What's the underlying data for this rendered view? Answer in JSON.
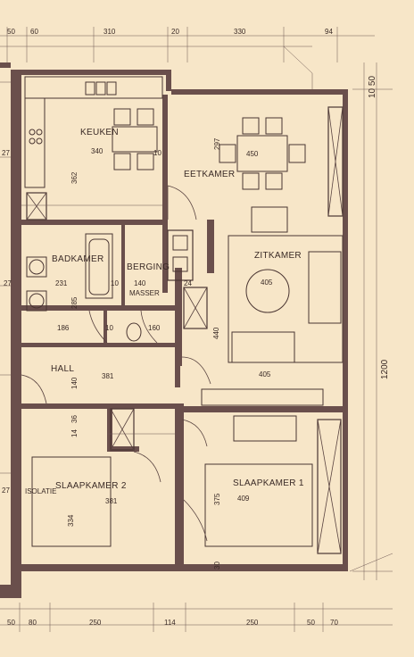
{
  "rooms": {
    "keuken": "KEUKEN",
    "eetkamer": "EETKAMER",
    "zitkamer": "ZITKAMER",
    "badkamer": "BADKAMER",
    "berging": "BERGING",
    "masser": "MASSER",
    "hall": "HALL",
    "slaapkamer2": "SLAAPKAMER 2",
    "slaapkamer1": "SLAAPKAMER 1",
    "isolatie": "ISOLATIE"
  },
  "top_dims": [
    "50",
    "60",
    "310",
    "20",
    "330",
    "94"
  ],
  "bottom_dims": [
    "50",
    "80",
    "250",
    "114",
    "250",
    "50",
    "70"
  ],
  "right_dims": {
    "top": "10 50",
    "total": "1200"
  },
  "room_dims": {
    "keuken_w": "340",
    "keuken_h": "362",
    "eet_w": "450",
    "eet_h": "297",
    "zit_table": "405",
    "zit_w": "405",
    "zit_h": "440",
    "bad_w": "231",
    "bad_h": "285",
    "berg_w": "140",
    "left_186": "186",
    "wc_w": "160",
    "hall_w": "381",
    "hall_h": "140",
    "s2_w": "381",
    "s2_h": "334",
    "s1_w": "409",
    "s1_h": "375"
  },
  "misc_dims": {
    "d27a": "27",
    "d27b": "27",
    "d27c": "27",
    "d10a": "10",
    "d10b": "10",
    "d10c": "10",
    "d24": "24",
    "d36": "36",
    "d14": "14",
    "d30": "30"
  }
}
